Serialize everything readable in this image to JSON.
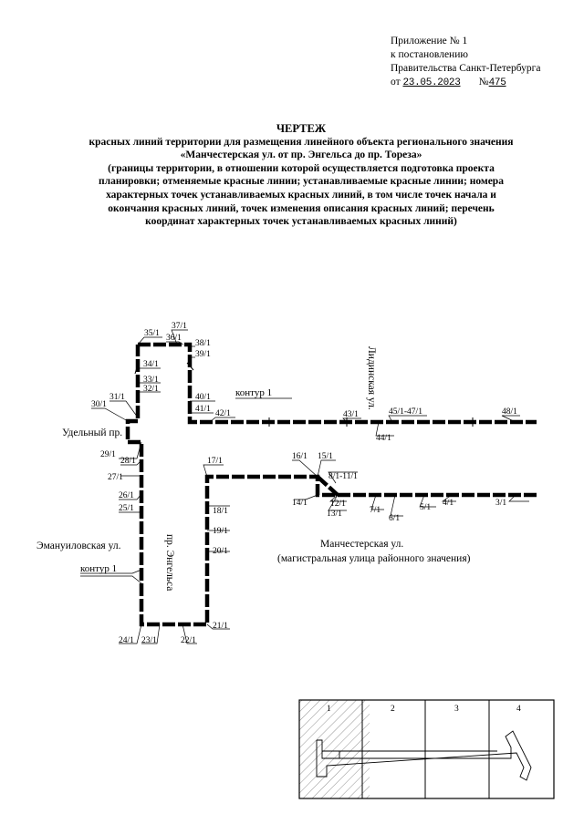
{
  "appendix": {
    "line1": "Приложение № 1",
    "line2": "к постановлению",
    "line3": "Правительства Санкт-Петербурга",
    "date_prefix": "от",
    "date": "23.05.2023",
    "number_prefix": "№",
    "number": "475"
  },
  "title": {
    "heading": "ЧЕРТЕЖ",
    "line1": "красных линий территории для размещения линейного объекта регионального значения",
    "line2": "«Манчестерская ул. от пр. Энгельса до пр. Тореза»",
    "line3": "(границы территории, в отношении которой осуществляется подготовка проекта",
    "line4": "планировки; отменяемые красные линии; устанавливаемые красные линии; номера",
    "line5": "характерных точек устанавливаемых красных линий, в том числе точек начала и",
    "line6": "окончания красных линий, точек изменения описания красных линий; перечень",
    "line7": "координат характерных точек устанавливаемых красных линий)"
  },
  "streets": {
    "lidinskaya": "Лидинская ул.",
    "udelny": "Удельный пр.",
    "emanuilovskaya": "Эмануиловская ул.",
    "engelsa": "пр. Энгельса",
    "manchesterskaya": "Манчестерская ул.",
    "manchesterskaya_note": "(магистральная улица районного значения)"
  },
  "contour_labels": [
    "контур 1",
    "контур 1"
  ],
  "points": {
    "p35": "35/1",
    "p37": "37/1",
    "p36": "36/1",
    "p38": "38/1",
    "p39": "39/1",
    "p34": "34/1",
    "p33": "33/1",
    "p32": "32/1",
    "p31": "31/1",
    "p30": "30/1",
    "p40": "40/1",
    "p41": "41/1",
    "p42": "42/1",
    "p43": "43/1",
    "p45": "45/1-47/1",
    "p44": "44/1",
    "p48": "48/1",
    "p29": "29/1",
    "p28": "28/1",
    "p27": "27/1",
    "p26": "26/1",
    "p25": "25/1",
    "p17": "17/1",
    "p16": "16/1",
    "p15": "15/1",
    "p8": "8/1-11/1",
    "p14": "14/1",
    "p12": "12/1",
    "p13": "13/1",
    "p7": "7/1",
    "p6": "6/1",
    "p5": "5/1",
    "p4": "4/1",
    "p3": "3/1",
    "p18": "18/1",
    "p19": "19/1",
    "p20": "20/1",
    "p21": "21/1",
    "p24": "24/1",
    "p23": "23/1",
    "p22": "22/1"
  },
  "sheets": [
    "1",
    "2",
    "3",
    "4"
  ]
}
